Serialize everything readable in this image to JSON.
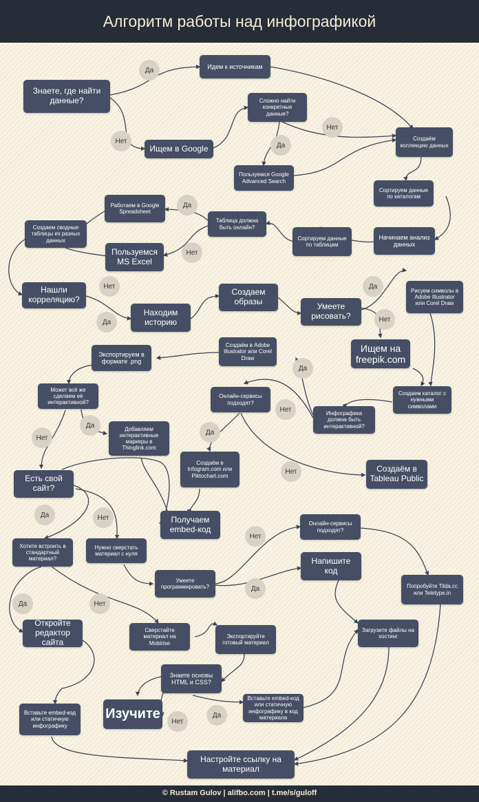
{
  "title": "Алгоритм работы над инфографикой",
  "footer": "© Rustam Gulov | alifbo.com | t.me/s/guloff",
  "nodes": {
    "know_where": "Знаете, где найти данные?",
    "go_sources": "Идем к источникам",
    "search_google": "Ищем в Google",
    "hard_to_find": "Сложно найти конкретные данные?",
    "advanced_search": "Пользуемся Google Advanced Search",
    "create_collection": "Создаём коллекцию данных",
    "sort_catalogs": "Сортируем данные по каталогам",
    "start_analysis": "Начинаем анализ данных",
    "sort_tables": "Сортируем данные по таблицам",
    "table_online": "Таблица должна быть онлайн?",
    "google_spreadsheet": "Работаем в Google Spreadsheet",
    "ms_excel": "Пользуемся MS Excel",
    "pivot_tables": "Создаем сводные таблицы из разных данных",
    "found_correlation": "Нашли корреляцию?",
    "find_story": "Находим историю",
    "create_images": "Создаем образы",
    "can_draw": "Умеете рисовать?",
    "draw_symbols": "Рисуем символы в Adobe Illustrator или Corel Draw",
    "search_freepik": "Ищем на freepik.com",
    "symbols_catalog": "Создаем каталог с нужными символами",
    "interactive_q": "Инфографика должна быть интерактивной?",
    "create_illustrator": "Создаём в Adobe Illustrator или Corel Draw",
    "export_png": "Экспортируем в формате .png",
    "make_interactive": "Может всё же сделаем её интерактивной?",
    "thinglink": "Добавляем интерактивные маркеры в Thinglink.com",
    "online_services_1": "Онлайн-сервисы подходят?",
    "infogram": "Создаём в Infogram.com или Piktochart.com",
    "tableau": "Создаём в Tableau Public",
    "have_site": "Есть свой сайт?",
    "get_embed": "Получаем embed-код",
    "embed_standard": "Хотите встроить в стандартный материал?",
    "build_scratch": "Нужно сверстать материал с нуля",
    "can_program": "Умеете программировать?",
    "online_services_2": "Онлайн-сервисы подходят?",
    "write_code": "Напишите код",
    "try_tilda": "Попробуйте Tilda.cc или Teletype.in",
    "open_editor": "Откройте редактор сайта",
    "mobirise": "Сверстайте материал на Mobirise",
    "export_ready": "Экспортируйте готовый материал",
    "upload_hosting": "Загрузите файлы на хостинг",
    "know_html": "Знаете основы HTML и CSS?",
    "learn": "Изучите",
    "paste_embed_code": "Вставьте embed-код или статичную инфографику в код материала",
    "paste_embed_static": "Вставьте embed-код или статичную инфографику",
    "setup_link": "Настройте ссылку на материал"
  },
  "labels": {
    "yes": "Да",
    "no": "Нет"
  },
  "colors": {
    "node": "#454e64",
    "edge": "#3c4458",
    "header": "#262c38",
    "badge": "#d8d2c4"
  }
}
